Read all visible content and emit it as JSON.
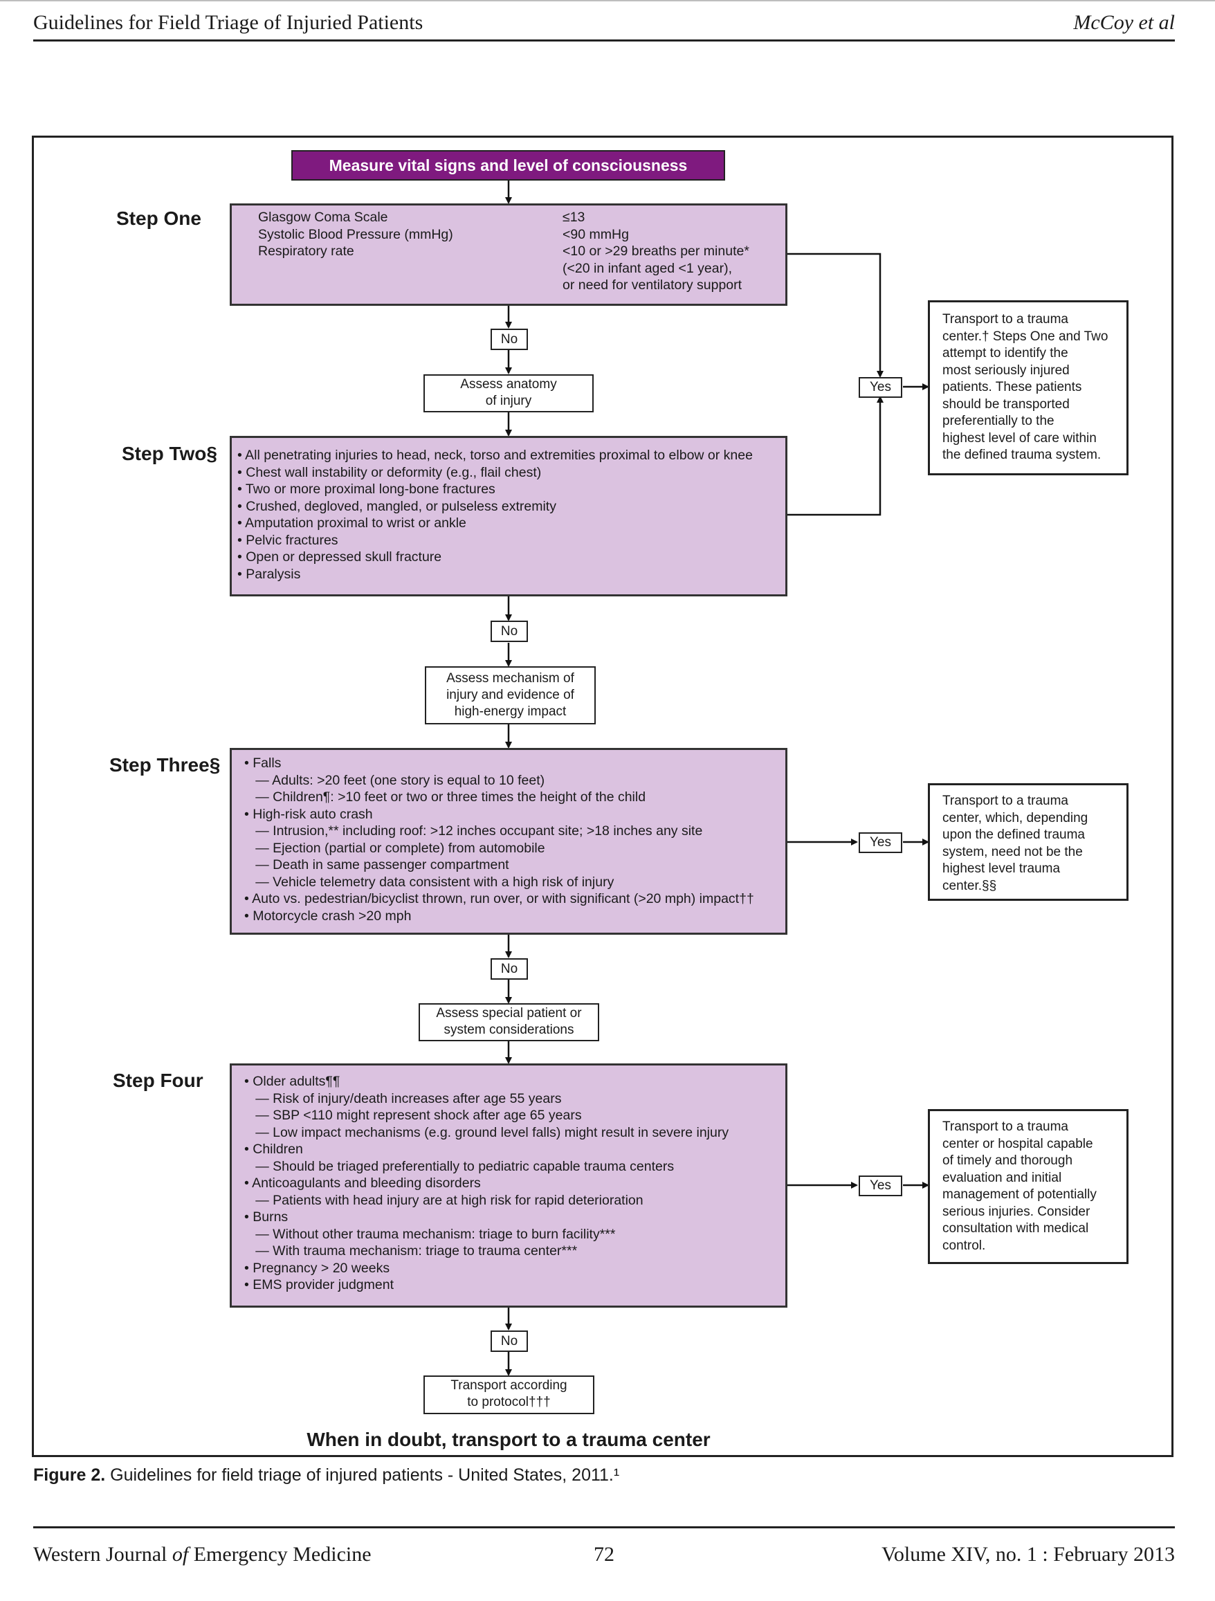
{
  "header": {
    "title": "Guidelines for Field Triage of Injuried Patients",
    "authors": "McCoy et al"
  },
  "flowchart": {
    "start": "Measure vital signs and level of consciousness",
    "steps": [
      {
        "name": "Step One",
        "criteria_left": "Glasgow Coma Scale\nSystolic Blood Pressure (mmHg)\nRespiratory rate",
        "criteria_right": "≤13\n<90 mmHg\n<10 or >29 breaths per minute*\n(<20 in infant aged <1 year),\nor need for ventilatory support"
      },
      {
        "name": "Step Two§",
        "criteria": "• All penetrating injuries to head, neck, torso and extremities proximal to elbow or knee\n• Chest wall instability or deformity (e.g., flail chest)\n• Two or more proximal long-bone fractures\n• Crushed, degloved, mangled, or pulseless extremity\n• Amputation proximal to wrist or ankle\n• Pelvic fractures\n• Open or depressed skull fracture\n• Paralysis"
      },
      {
        "name": "Step Three§",
        "criteria": "• Falls\n   — Adults: >20 feet (one story is equal to 10 feet)\n   — Children¶: >10 feet or two or three times the height of the child\n• High-risk auto crash\n   — Intrusion,** including roof: >12 inches occupant site; >18 inches any site\n   — Ejection (partial or complete) from automobile\n   — Death in same passenger compartment\n   — Vehicle telemetry data consistent with a high risk of injury\n• Auto vs. pedestrian/bicyclist thrown, run over, or with significant (>20 mph) impact††\n• Motorcycle crash >20 mph"
      },
      {
        "name": "Step Four",
        "criteria": "• Older adults¶¶\n   — Risk of injury/death increases after age 55 years\n   — SBP <110 might represent shock after age 65 years\n   — Low impact mechanisms (e.g. ground level falls) might result in severe injury\n• Children\n   — Should be triaged preferentially to pediatric capable trauma centers\n• Anticoagulants and bleeding disorders\n   — Patients with head injury are at high risk for rapid deterioration\n• Burns\n   — Without other trauma mechanism: triage to burn facility***\n   — With trauma mechanism: triage to trauma center***\n• Pregnancy > 20 weeks\n• EMS provider judgment"
      }
    ],
    "assess": [
      "Assess anatomy\nof injury",
      "Assess mechanism of\ninjury and evidence of\nhigh-energy impact",
      "Assess special patient or\nsystem considerations"
    ],
    "no_label": "No",
    "yes_label": "Yes",
    "outcomes": [
      "Transport to a trauma\ncenter.† Steps One and Two\nattempt to identify the\nmost seriously injured\npatients. These patients\nshould be transported\npreferentially to the\nhighest level of care within\nthe defined trauma system.",
      "Transport to a trauma\ncenter, which, depending\nupon the defined trauma\nsystem, need not be the\nhighest level trauma\ncenter.§§",
      "Transport to a trauma\ncenter or hospital capable\nof timely and thorough\nevaluation and initial\nmanagement of potentially\nserious injuries. Consider\nconsultation with medical\ncontrol."
    ],
    "final": "Transport according\nto protocol†††",
    "doubt": "When in doubt, transport to a trauma center"
  },
  "caption": {
    "label": "Figure 2.",
    "text": " Guidelines for field triage of injured patients - United States, 2011.¹"
  },
  "footer": {
    "journal": "Western Journal ",
    "journal_of": "of",
    "journal_end": " Emergency Medicine",
    "page": "72",
    "volume": "Volume XIV, no. 1  : February 2013"
  },
  "colors": {
    "title_fill": "#7f1a7f",
    "box_fill": "#dbc2e0"
  }
}
